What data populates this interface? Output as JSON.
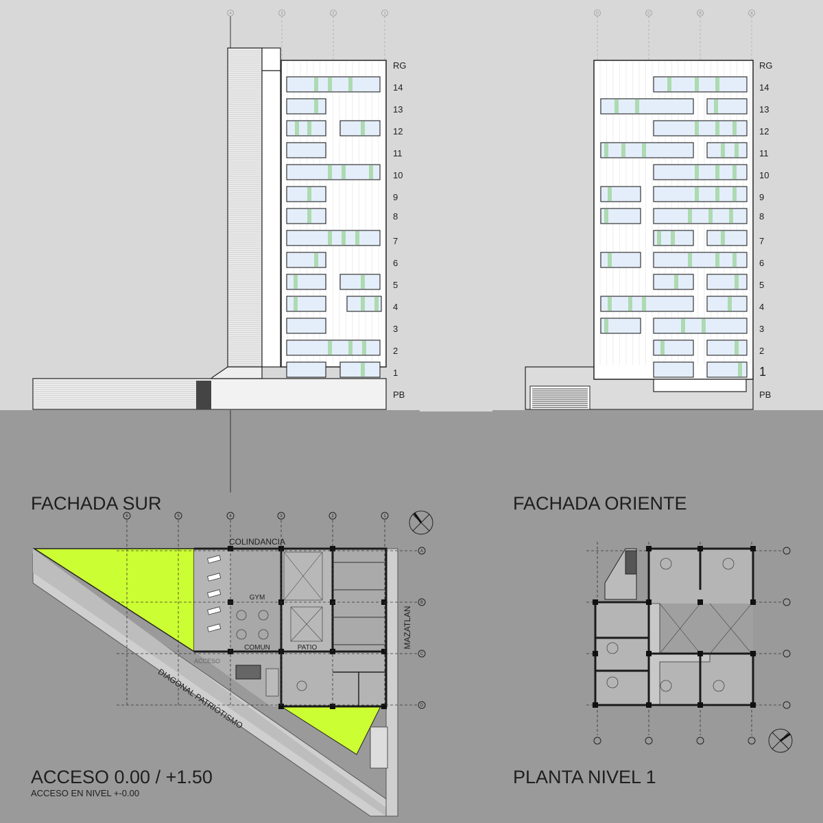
{
  "elevation_sur": {
    "title": "FACHADA SUR",
    "axes": [
      "4",
      "3",
      "2",
      "1"
    ],
    "levels": [
      "RG",
      "14",
      "13",
      "12",
      "11",
      "10",
      "9",
      "8",
      "7",
      "6",
      "5",
      "4",
      "3",
      "2",
      "1",
      "PB"
    ]
  },
  "elevation_oriente": {
    "title": "FACHADA ORIENTE",
    "axes": [
      "D",
      "C",
      "B",
      "A"
    ],
    "levels": [
      "RG",
      "14",
      "13",
      "12",
      "11",
      "10",
      "9",
      "8",
      "7",
      "6",
      "5",
      "4",
      "3",
      "2",
      "1",
      "PB"
    ]
  },
  "plan_access": {
    "title": "ACCESO 0.00 / +1.50",
    "subtitle": "ACCESO EN NIVEL +-0.00",
    "axes_top": [
      "6",
      "5",
      "4",
      "3",
      "2",
      "1"
    ],
    "axes_right": [
      "A",
      "B",
      "C",
      "D"
    ],
    "labels": {
      "colindancia": "COLINDANCIA",
      "gym": "GYM",
      "comun": "COMUN",
      "patio": "PATIO",
      "acceso": "ACCESO",
      "street_diagonal": "DIAGONAL PATRIOTISMO",
      "street_side": "MAZATLAN"
    }
  },
  "plan_level1": {
    "title": "PLANTA NIVEL 1"
  },
  "colors": {
    "upper_background": "#d8d8d8",
    "lower_background": "#9a9a9a",
    "green_area": "#ccff33",
    "glazing_blue": "#e4eefa",
    "glazing_green": "#9fd49f"
  }
}
